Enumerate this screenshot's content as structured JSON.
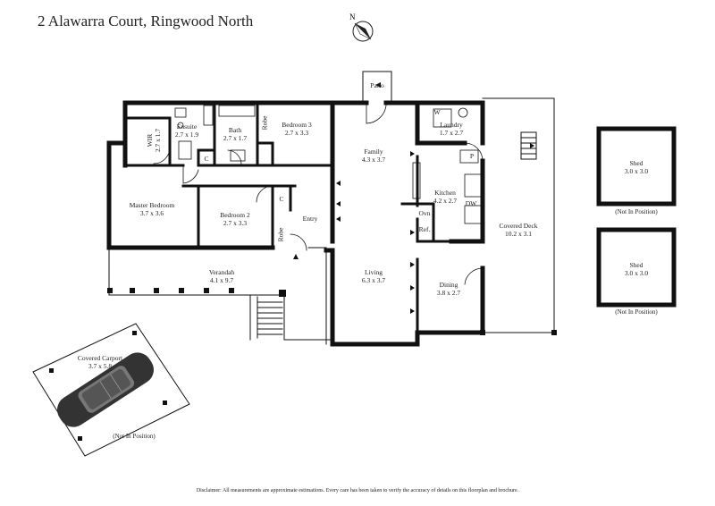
{
  "title": "2 Alawarra Court, Ringwood North",
  "compass": "N",
  "disclaimer": "Disclaimer: All measurements are approximate estimations. Every care has been taken to verify the accuracy of details on this floorplan and brochure.",
  "rooms": {
    "wir": {
      "name": "WIR",
      "dims": "2.7 x 1.7"
    },
    "ensuite": {
      "name": "Ensuite",
      "dims": "2.7 x 1.9"
    },
    "bath": {
      "name": "Bath",
      "dims": "2.7 x 1.7"
    },
    "robe1": {
      "name": "Robe"
    },
    "bedroom3": {
      "name": "Bedroom 3",
      "dims": "2.7 x 3.3"
    },
    "family": {
      "name": "Family",
      "dims": "4.3 x 3.7"
    },
    "patio": {
      "name": "Patio"
    },
    "laundry": {
      "name": "Laundry",
      "dims": "1.7 x 2.7"
    },
    "w": {
      "name": "W"
    },
    "p": {
      "name": "P"
    },
    "c1": {
      "name": "C"
    },
    "c2": {
      "name": "C"
    },
    "kitchen": {
      "name": "Kitchen",
      "dims": "4.2 x 2.7"
    },
    "ovn": {
      "name": "Ovn"
    },
    "dw": {
      "name": "DW"
    },
    "ref": {
      "name": "Ref."
    },
    "master": {
      "name": "Master Bedroom",
      "dims": "3.7 x 3.6"
    },
    "bedroom2": {
      "name": "Bedroom 2",
      "dims": "2.7 x 3.3"
    },
    "robe2": {
      "name": "Robe"
    },
    "entry": {
      "name": "Entry"
    },
    "verandah": {
      "name": "Verandah",
      "dims": "4.1 x 9.7"
    },
    "living": {
      "name": "Living",
      "dims": "6.3 x 3.7"
    },
    "dining": {
      "name": "Dining",
      "dims": "3.8 x 2.7"
    },
    "deck": {
      "name": "Covered Deck",
      "dims": "10.2 x 3.1"
    },
    "carport": {
      "name": "Covered Carport",
      "dims": "3.7 x 5.8"
    },
    "shed1": {
      "name": "Shed",
      "dims": "3.0 x 3.0"
    },
    "shed2": {
      "name": "Shed",
      "dims": "3.0 x 3.0"
    }
  },
  "notes": {
    "not_in_position_1": "(Not In Position)",
    "not_in_position_2": "(Not In Position)",
    "not_in_position_3": "(Not In Position)"
  }
}
